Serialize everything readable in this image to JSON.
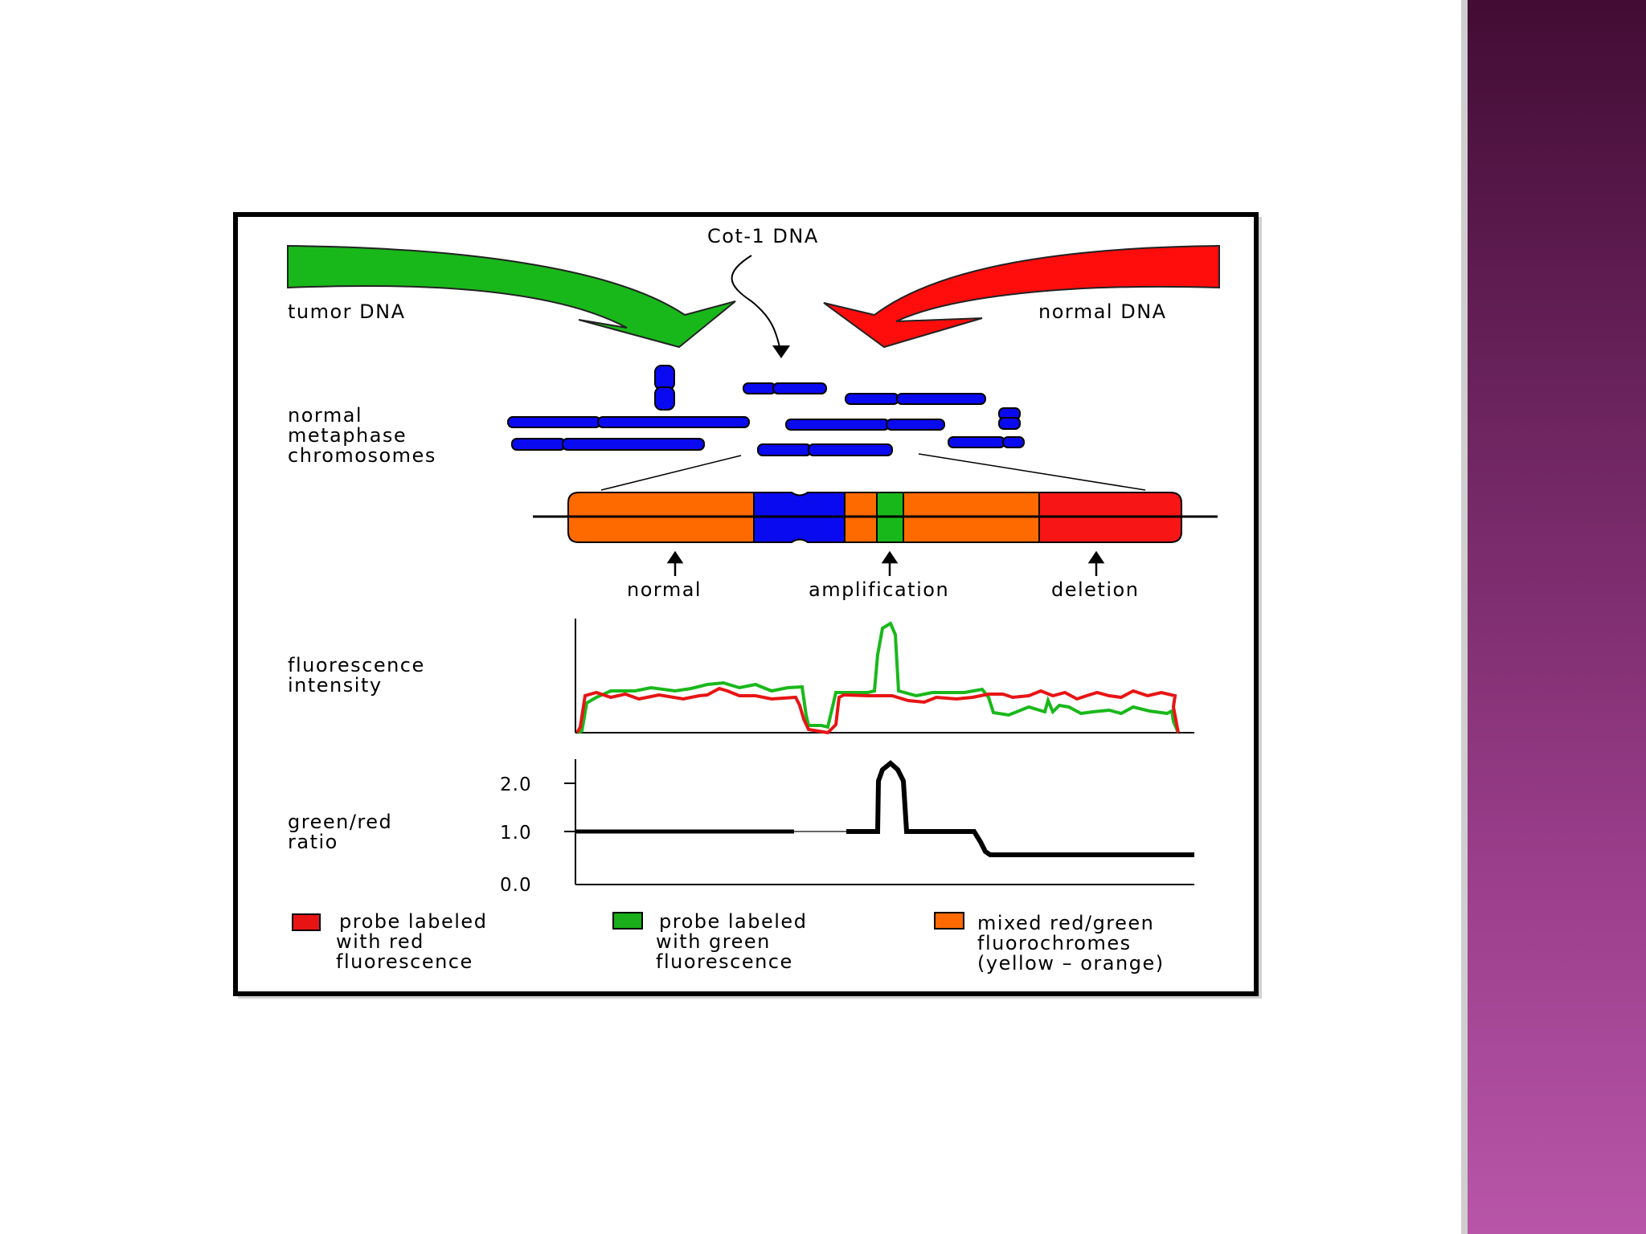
{
  "inputs": {
    "cot1": "Cot-1 DNA",
    "tumor": "tumor DNA",
    "normal": "normal DNA"
  },
  "chromosomes_label": [
    "normal",
    "metaphase",
    "chromosomes"
  ],
  "regions": {
    "normal": "normal",
    "amplification": "amplification",
    "deletion": "deletion"
  },
  "fluorescence_label": [
    "fluorescence",
    "intensity"
  ],
  "ratio_label": [
    "green/red",
    "ratio"
  ],
  "ratio_ticks": [
    "2.0",
    "1.0",
    "0.0"
  ],
  "legend": [
    {
      "lines": [
        "probe labeled",
        "with red",
        "fluorescence"
      ],
      "color": "#e81414"
    },
    {
      "lines": [
        "probe labeled",
        "with green",
        "fluorescence"
      ],
      "color": "#1aae1a"
    },
    {
      "lines": [
        "mixed red/green",
        "fluorochromes",
        "(yellow – orange)"
      ],
      "color": "#ff6a00"
    }
  ],
  "colors": {
    "tumor_arrow": "#19b81a",
    "normal_arrow": "#ff0c0c",
    "chromosome": "#0a0af0",
    "mixed": "#ff6a00",
    "deletion_band": "#f81515",
    "amplification_band": "#19b81a"
  }
}
